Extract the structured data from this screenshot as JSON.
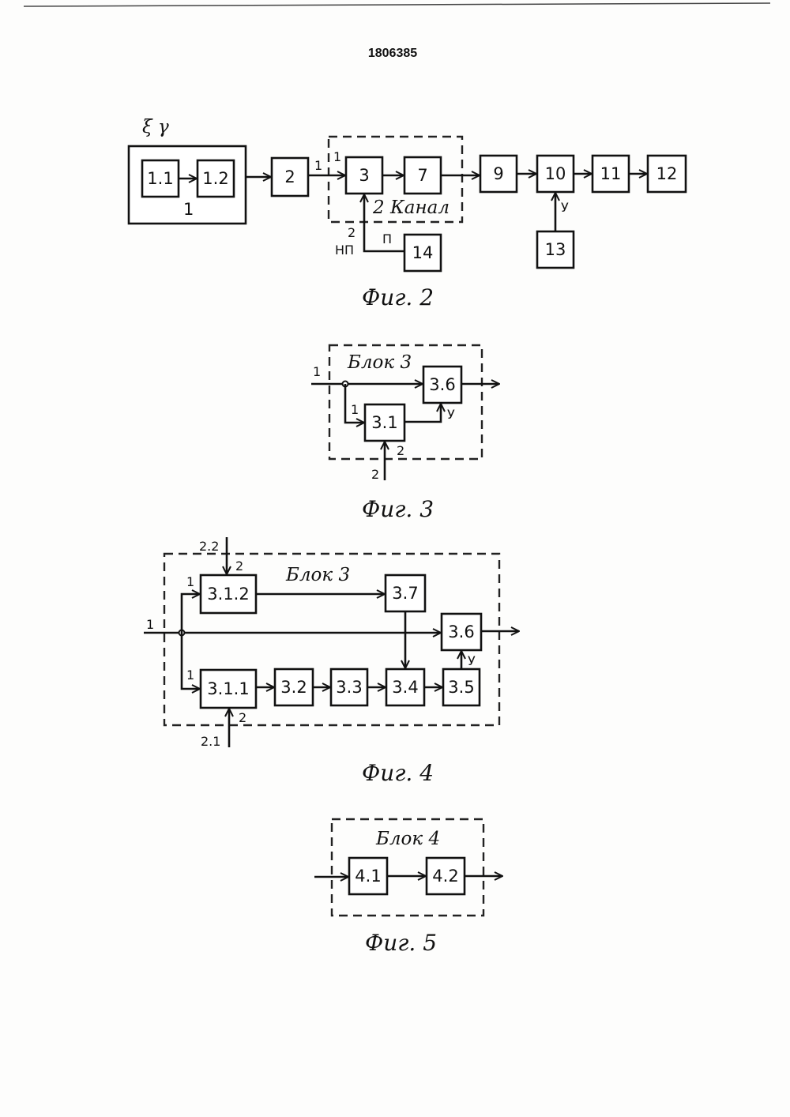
{
  "header": {
    "patent_number": "1806385"
  },
  "fig2": {
    "caption": "Фиг. 2",
    "signal_label": "ξ γ",
    "outer_label": "1",
    "channel_label": "2 Канал",
    "blocks": {
      "b11": "1.1",
      "b12": "1.2",
      "b2": "2",
      "b3": "3",
      "b7": "7",
      "b9": "9",
      "b10": "10",
      "b11b": "11",
      "b12b": "12",
      "b13": "13",
      "b14": "14"
    },
    "port_in_1a": "1",
    "port_in_1b": "1",
    "port_2": "2",
    "np_label": "НП",
    "p_label": "П",
    "u_label": "У"
  },
  "fig3": {
    "caption": "Фиг. 3",
    "block_title": "Блок 3",
    "blocks": {
      "b36": "3.6",
      "b31": "3.1"
    },
    "in_1": "1",
    "in_1b": "1",
    "in_2": "2",
    "in_2b": "2",
    "u_label": "У"
  },
  "fig4": {
    "caption": "Фиг. 4",
    "block_title": "Блок 3",
    "blocks": {
      "b312": "3.1.2",
      "b37": "3.7",
      "b36": "3.6",
      "b311": "3.1.1",
      "b32": "3.2",
      "b33": "3.3",
      "b34": "3.4",
      "b35": "3.5"
    },
    "in_22": "2.2",
    "in_21": "2.1",
    "port_2a": "2",
    "port_2b": "2",
    "port_1a": "1",
    "port_1b": "1",
    "in_1": "1",
    "u_label": "У"
  },
  "fig5": {
    "caption": "Фиг. 5",
    "block_title": "Блок 4",
    "blocks": {
      "b41": "4.1",
      "b42": "4.2"
    }
  }
}
